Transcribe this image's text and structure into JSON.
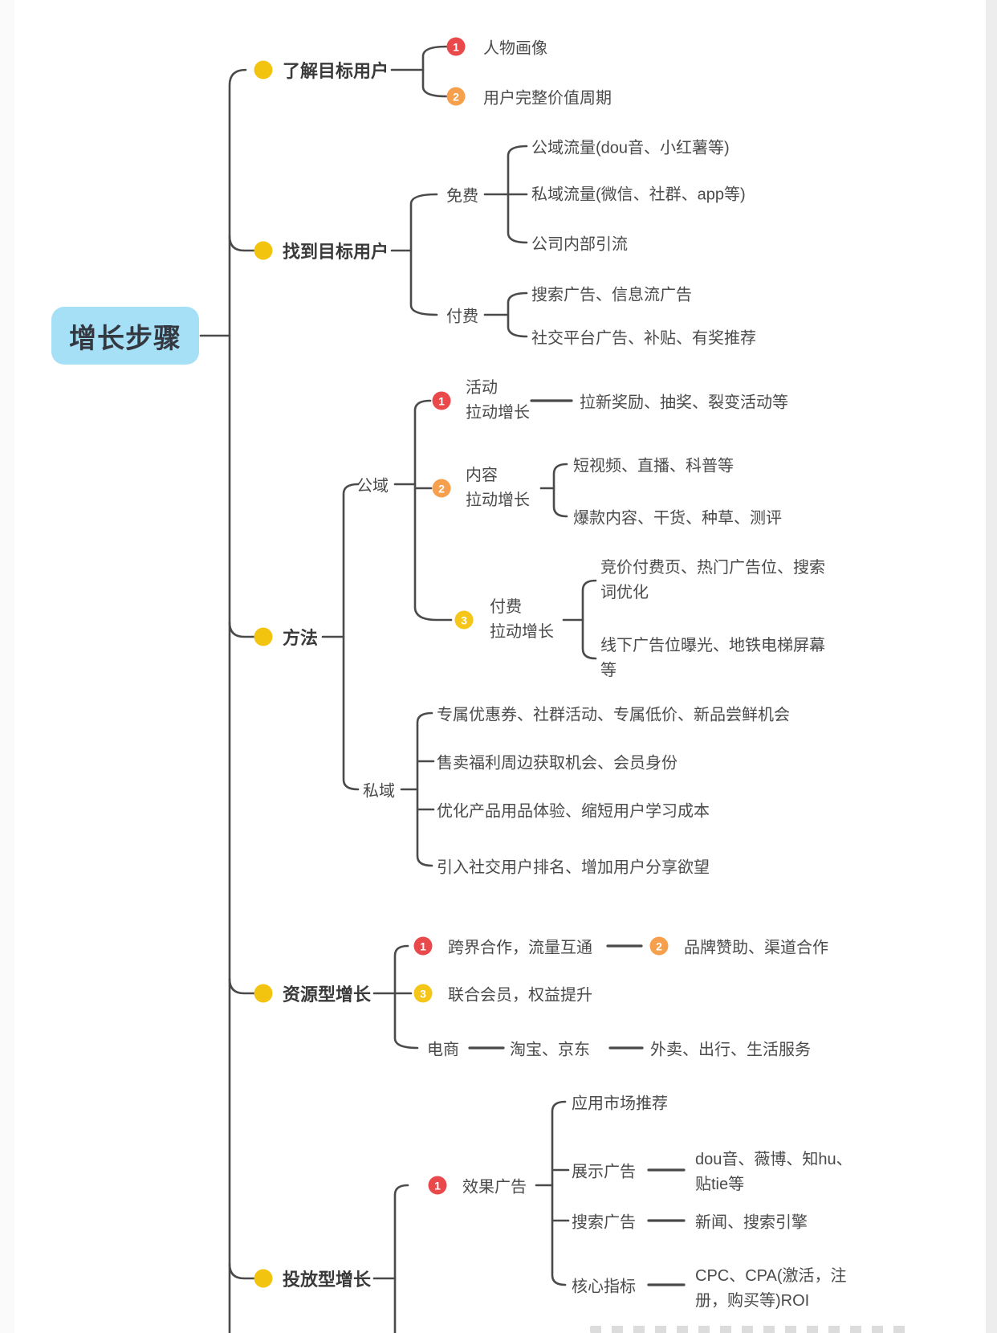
{
  "root_label": "增长步骤",
  "colors": {
    "root_bg": "#a6e0f6",
    "dot": "#f2c410",
    "badge_red": "#e9494a",
    "badge_orange": "#f6a04d",
    "badge_yellow": "#f5c518",
    "line": "#4a4a4a",
    "text": "#4a4a4a",
    "text_strong": "#3a3a3a"
  },
  "branches": [
    {
      "label": "了解目标用户",
      "children": [
        {
          "badge": "1",
          "label": "人物画像"
        },
        {
          "badge": "2",
          "label": "用户完整价值周期"
        }
      ]
    },
    {
      "label": "找到目标用户",
      "children": [
        {
          "label": "免费",
          "children": [
            {
              "label": "公域流量(dou音、小红薯等)"
            },
            {
              "label": "私域流量(微信、社群、app等)"
            },
            {
              "label": "公司内部引流"
            }
          ]
        },
        {
          "label": "付费",
          "children": [
            {
              "label": "搜索广告、信息流广告"
            },
            {
              "label": "社交平台广告、补贴、有奖推荐"
            }
          ]
        }
      ]
    },
    {
      "label": "方法",
      "children": [
        {
          "label": "公域",
          "children": [
            {
              "badge": "1",
              "label": "活动\n拉动增长",
              "children": [
                {
                  "label": "拉新奖励、抽奖、裂变活动等"
                }
              ]
            },
            {
              "badge": "2",
              "label": "内容\n拉动增长",
              "children": [
                {
                  "label": "短视频、直播、科普等"
                },
                {
                  "label": "爆款内容、干货、种草、测评"
                }
              ]
            },
            {
              "badge": "3",
              "label": "付费\n拉动增长",
              "children": [
                {
                  "label": "竞价付费页、热门广告位、搜索\n词优化"
                },
                {
                  "label": "线下广告位曝光、地铁电梯屏幕\n等"
                }
              ]
            }
          ]
        },
        {
          "label": "私域",
          "children": [
            {
              "label": "专属优惠券、社群活动、专属低价、新品尝鲜机会"
            },
            {
              "label": "售卖福利周边获取机会、会员身份"
            },
            {
              "label": "优化产品用品体验、缩短用户学习成本"
            },
            {
              "label": "引入社交用户排名、增加用户分享欲望"
            }
          ]
        }
      ]
    },
    {
      "label": "资源型增长",
      "children": [
        {
          "badge": "1",
          "label": "跨界合作，流量互通",
          "children": [
            {
              "badge": "2",
              "label": "品牌赞助、渠道合作"
            }
          ]
        },
        {
          "badge": "3",
          "label": "联合会员，权益提升"
        },
        {
          "label": "电商",
          "children": [
            {
              "label": "淘宝、京东",
              "children": [
                {
                  "label": "外卖、出行、生活服务"
                }
              ]
            }
          ]
        }
      ]
    },
    {
      "label": "投放型增长",
      "children": [
        {
          "badge": "1",
          "label": "效果广告",
          "children": [
            {
              "label": "应用市场推荐"
            },
            {
              "label": "展示广告",
              "children": [
                {
                  "label": "dou音、薇博、知hu、\n贴tie等"
                }
              ]
            },
            {
              "label": "搜索广告",
              "children": [
                {
                  "label": "新闻、搜索引擎"
                }
              ]
            },
            {
              "label": "核心指标",
              "children": [
                {
                  "label": "CPC、CPA(激活，注\n册，购买等)ROI"
                }
              ]
            }
          ]
        }
      ]
    }
  ]
}
